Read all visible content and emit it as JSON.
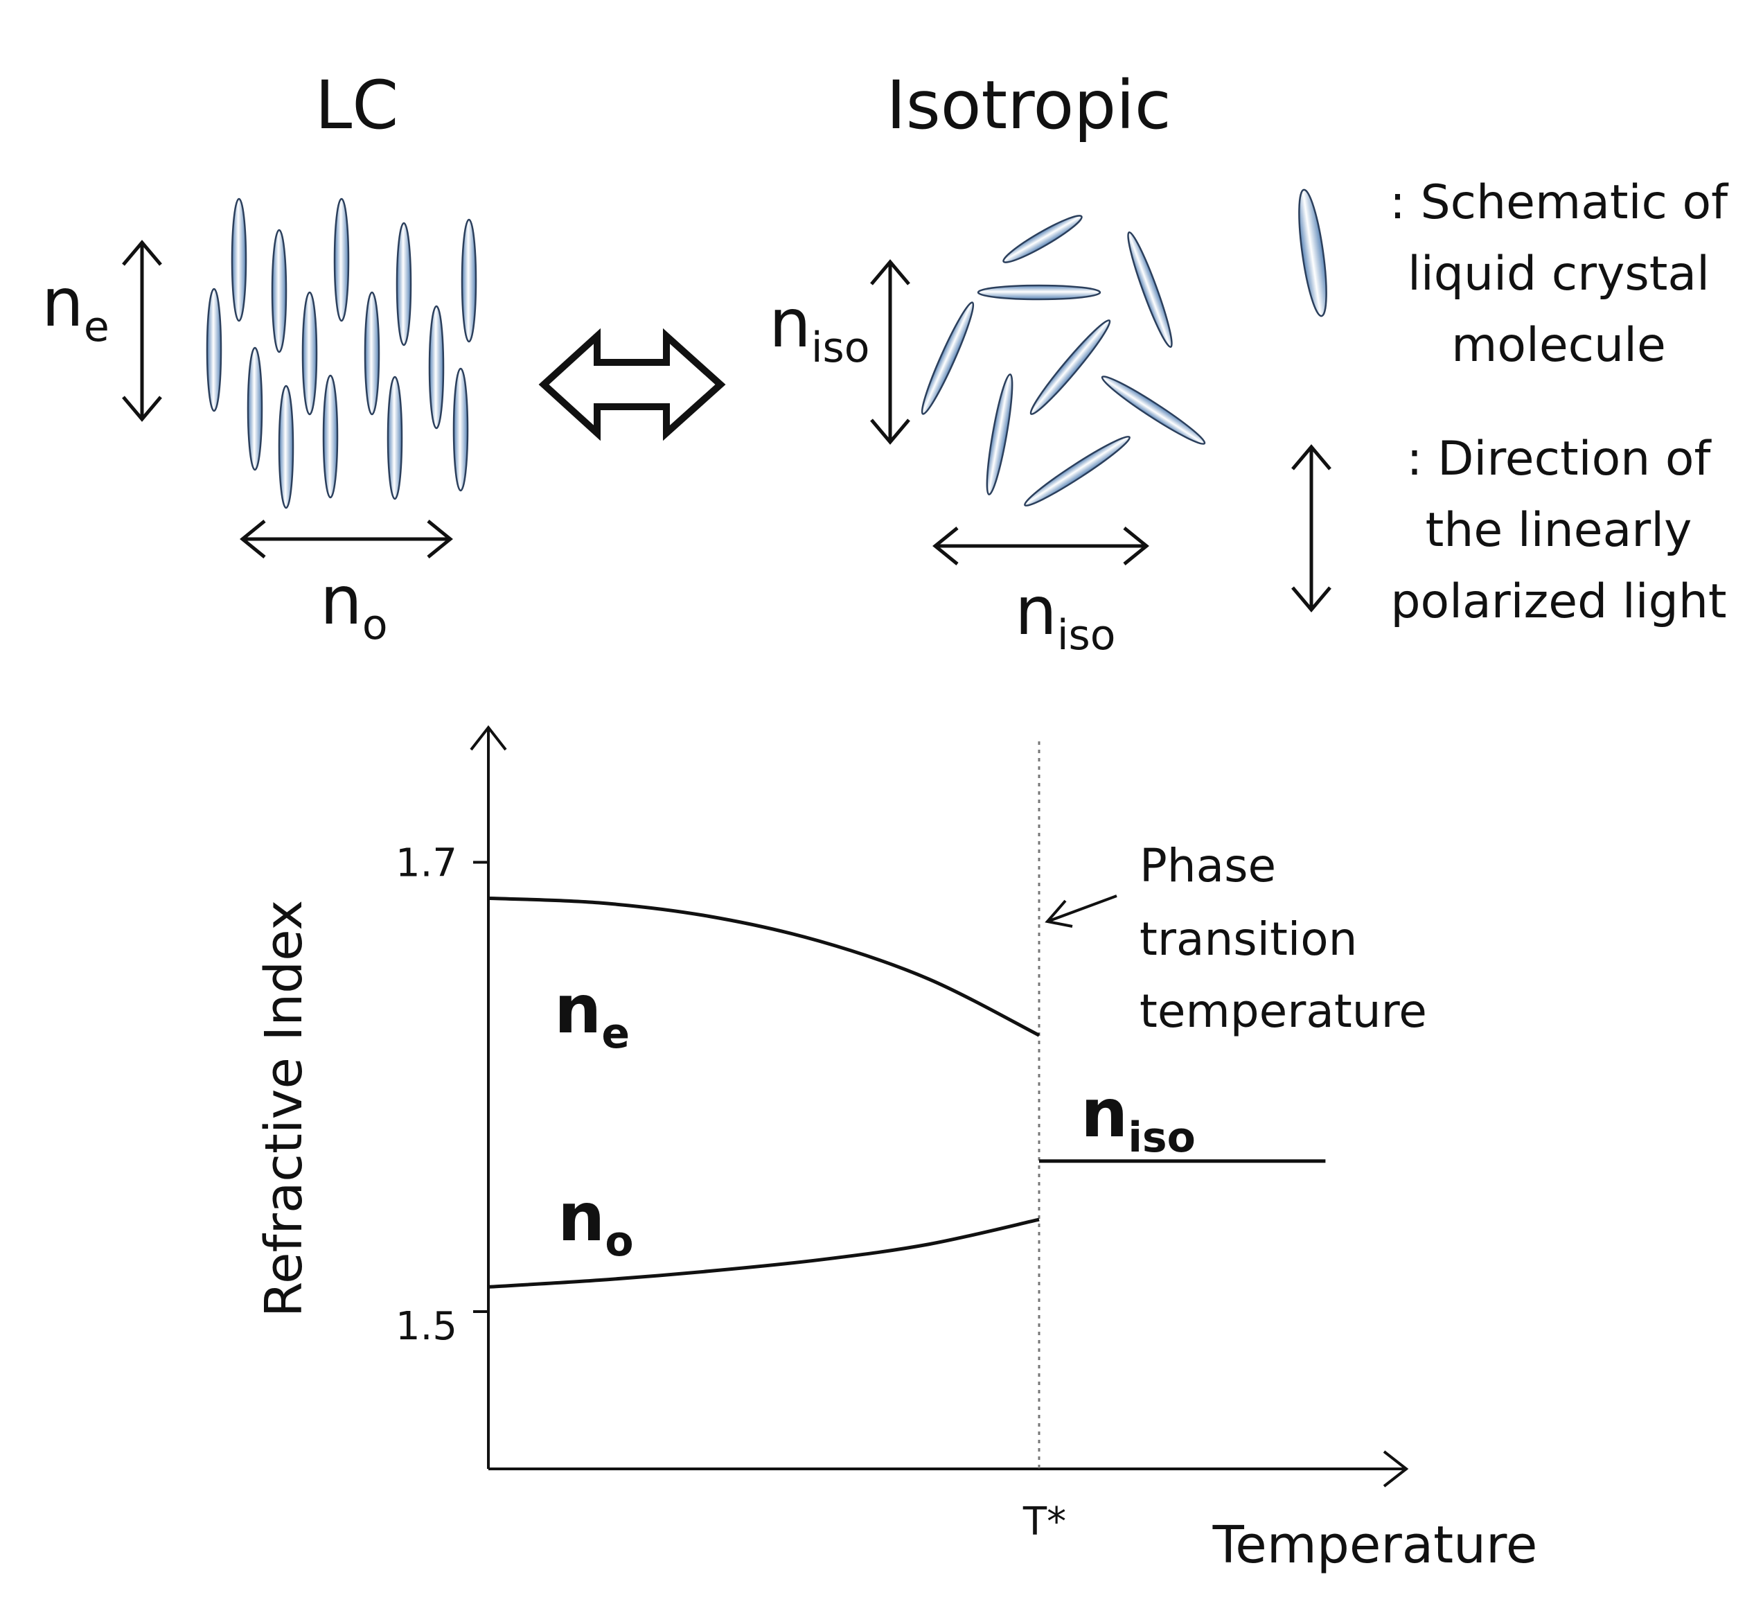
{
  "top": {
    "lc_title": "LC",
    "iso_title": "Isotropic",
    "lc_ne_main": "n",
    "lc_ne_sub": "e",
    "lc_no_main": "n",
    "lc_no_sub": "o",
    "iso_left_main": "n",
    "iso_left_sub": "iso",
    "iso_bottom_main": "n",
    "iso_bottom_sub": "iso"
  },
  "legend": {
    "molecule_lines": [
      ": Schematic of",
      "liquid crystal",
      "molecule"
    ],
    "arrow_lines": [
      ": Direction of",
      "the linearly",
      "polarized light"
    ]
  },
  "colors": {
    "molecule_light": "#ffffff",
    "molecule_dark": "#5b86b8",
    "ink": "#111111"
  },
  "chart_data": {
    "type": "line",
    "xlabel": "Temperature",
    "ylabel": "Refractive Index",
    "y_ticks": [
      1.7,
      1.5
    ],
    "y_tick_labels": [
      "1.7",
      "1.5"
    ],
    "ylim": [
      1.43,
      1.76
    ],
    "x_marker_label": "T*",
    "annotation_lines": [
      "Phase",
      "transition",
      "temperature"
    ],
    "x_range": [
      0,
      1.6
    ],
    "transition_x": 1.0,
    "series": [
      {
        "name": "n_e",
        "label_main": "n",
        "label_sub": "e",
        "x": [
          0,
          0.2,
          0.4,
          0.6,
          0.8,
          1.0
        ],
        "y": [
          1.684,
          1.682,
          1.676,
          1.665,
          1.648,
          1.623
        ]
      },
      {
        "name": "n_o",
        "label_main": "n",
        "label_sub": "o",
        "x": [
          0,
          0.2,
          0.4,
          0.6,
          0.8,
          1.0
        ],
        "y": [
          1.511,
          1.514,
          1.518,
          1.523,
          1.53,
          1.541
        ]
      },
      {
        "name": "n_iso",
        "label_main": "n",
        "label_sub": "iso",
        "x": [
          1.0,
          1.52
        ],
        "y": [
          1.567,
          1.567
        ]
      }
    ]
  }
}
